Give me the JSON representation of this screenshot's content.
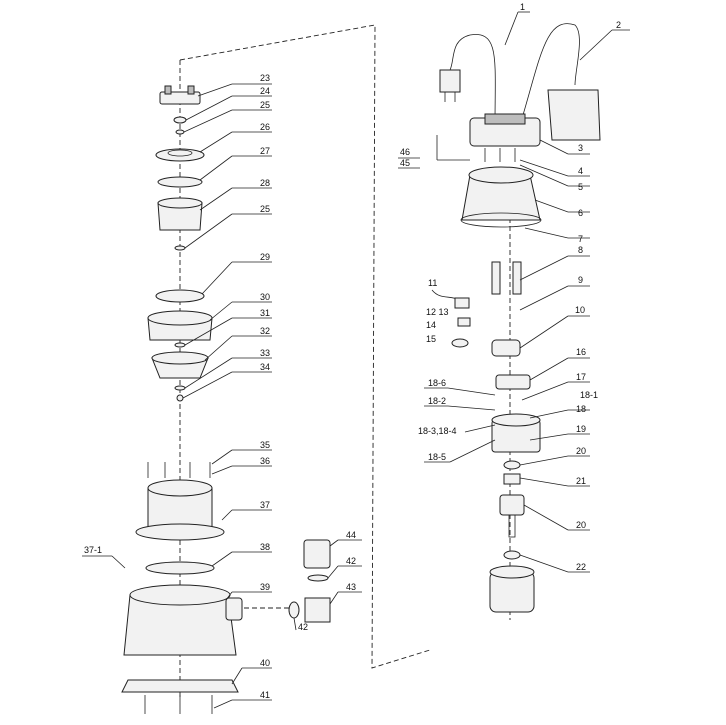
{
  "callouts": [
    {
      "label": "1"
    },
    {
      "label": "2"
    },
    {
      "label": "3"
    },
    {
      "label": "4"
    },
    {
      "label": "5"
    },
    {
      "label": "6"
    },
    {
      "label": "7"
    },
    {
      "label": "8"
    },
    {
      "label": "9"
    },
    {
      "label": "10"
    },
    {
      "label": "11"
    },
    {
      "label": "12 13"
    },
    {
      "label": "14"
    },
    {
      "label": "15"
    },
    {
      "label": "16"
    },
    {
      "label": "17"
    },
    {
      "label": "18-1"
    },
    {
      "label": "18-6"
    },
    {
      "label": "18-2"
    },
    {
      "label": "18-3,18-4"
    },
    {
      "label": "18"
    },
    {
      "label": "18-5"
    },
    {
      "label": "19"
    },
    {
      "label": "20"
    },
    {
      "label": "21"
    },
    {
      "label": "20"
    },
    {
      "label": "22"
    },
    {
      "label": "46"
    },
    {
      "label": "45"
    },
    {
      "label": "23"
    },
    {
      "label": "24"
    },
    {
      "label": "25"
    },
    {
      "label": "26"
    },
    {
      "label": "27"
    },
    {
      "label": "28"
    },
    {
      "label": "25"
    },
    {
      "label": "29"
    },
    {
      "label": "30"
    },
    {
      "label": "31"
    },
    {
      "label": "32"
    },
    {
      "label": "33"
    },
    {
      "label": "34"
    },
    {
      "label": "35"
    },
    {
      "label": "36"
    },
    {
      "label": "37"
    },
    {
      "label": "37-1"
    },
    {
      "label": "38"
    },
    {
      "label": "39"
    },
    {
      "label": "40"
    },
    {
      "label": "41"
    },
    {
      "label": "44"
    },
    {
      "label": "42"
    },
    {
      "label": "43"
    },
    {
      "label": "42"
    }
  ]
}
